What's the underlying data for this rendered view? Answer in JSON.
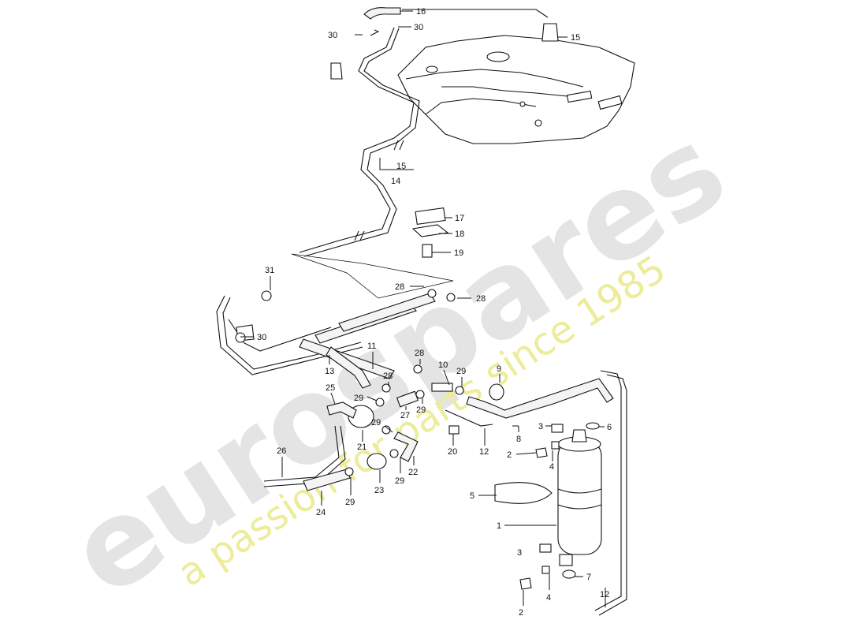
{
  "watermark": {
    "brand": "eurospares",
    "tagline": "a passion for parts since 1985",
    "tagline_color": "#ecec9a",
    "brand_color": "#e4e4e4"
  },
  "callouts": {
    "c16": "16",
    "c30a": "30",
    "c30b": "30",
    "c15a": "15",
    "c15b": "15",
    "c14": "14",
    "c17": "17",
    "c18": "18",
    "c19": "19",
    "c31": "31",
    "c28a": "28",
    "c28b": "28",
    "c30c": "30",
    "c11": "11",
    "c13": "13",
    "c28c": "28",
    "c28d": "28",
    "c10": "10",
    "c29a": "29",
    "c9": "9",
    "c25": "25",
    "c29b": "29",
    "c27": "27",
    "c29c": "29",
    "c3a": "3",
    "c6": "6",
    "c8": "8",
    "c12a": "12",
    "c20": "20",
    "c21": "21",
    "c29d": "29",
    "c2a": "2",
    "c4a": "4",
    "c26": "26",
    "c22": "22",
    "c29e": "29",
    "c23": "23",
    "c29f": "29",
    "c24": "24",
    "c5": "5",
    "c1": "1",
    "c3b": "3",
    "c7": "7",
    "c2b": "2",
    "c4b": "4",
    "c12b": "12"
  }
}
